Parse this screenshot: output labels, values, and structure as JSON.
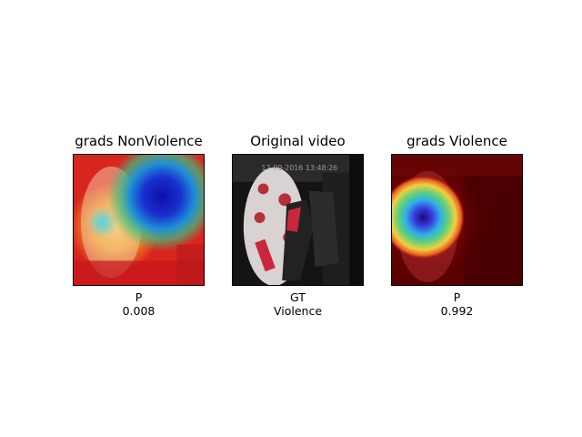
{
  "panels": [
    {
      "title": "grads NonViolence",
      "caption_label": "P",
      "caption_value": "0.008",
      "overlay": "heatmap-nonviolence"
    },
    {
      "title": "Original video",
      "caption_label": "GT",
      "caption_value": "Violence",
      "overlay": "none",
      "timestamp": "17-09-2016 13:48:26"
    },
    {
      "title": "grads Violence",
      "caption_label": "P",
      "caption_value": "0.992",
      "overlay": "heatmap-violence"
    }
  ],
  "colors": {
    "heat_hot": "#d7261e",
    "heat_warm": "#f5a623",
    "heat_mid": "#3fbf7f",
    "heat_cool": "#1a2fd0",
    "dark_red": "#5a0000"
  }
}
